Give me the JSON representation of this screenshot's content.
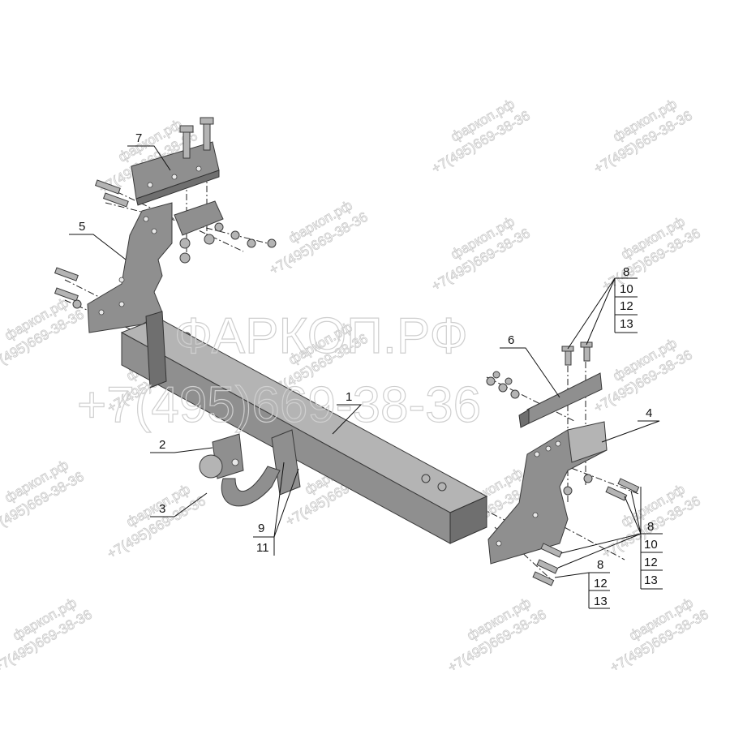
{
  "watermark": {
    "site": "фаркоп.рф",
    "phone": "+7(495)669-38-36",
    "big_title": "ФАРКОП.РФ",
    "big_phone": "+7(495)669-38-36"
  },
  "callouts": {
    "p1": "1",
    "p2": "2",
    "p3": "3",
    "p4": "4",
    "p5": "5",
    "p6": "6",
    "p7": "7",
    "group_9_11": [
      "9",
      "11"
    ],
    "group_top_right": [
      "8",
      "10",
      "12",
      "13"
    ],
    "group_lower_right": [
      "8",
      "10",
      "12",
      "13"
    ],
    "group_bottom": [
      "8",
      "12",
      "13"
    ]
  },
  "colors": {
    "part": "#8f8f8f",
    "watermark": "#c9c9c9"
  }
}
